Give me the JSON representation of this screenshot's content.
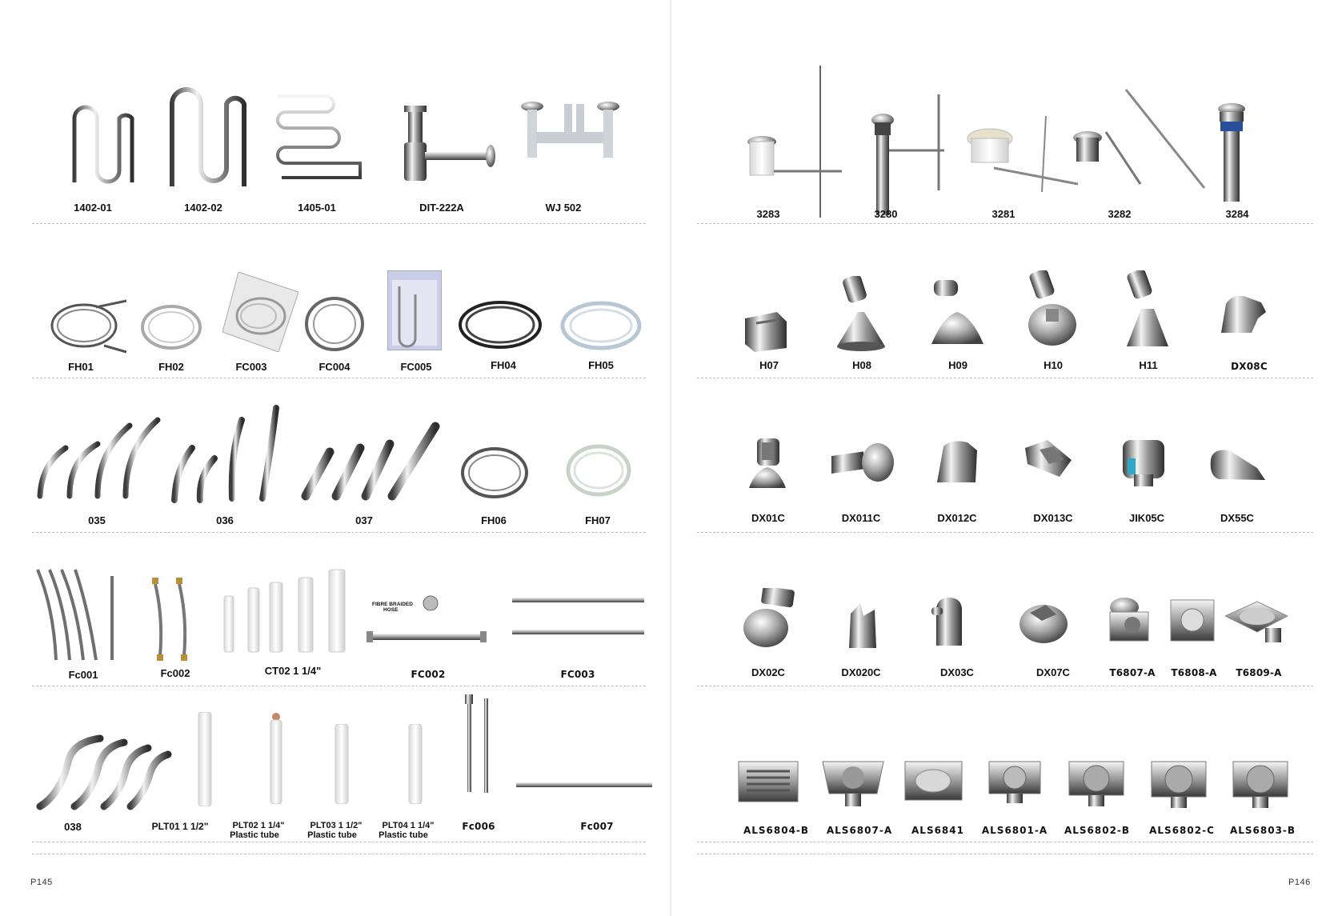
{
  "left_page": {
    "page_number": "P145",
    "rows": [
      [
        "1402-01",
        "1402-02",
        "1405-01",
        "DIT-222A",
        "WJ 502"
      ],
      [
        "FH01",
        "FH02",
        "FC003",
        "FC004",
        "FC005",
        "FH04",
        "FH05"
      ],
      [
        "035",
        "036",
        "037",
        "FH06",
        "FH07"
      ],
      [
        "Fc001",
        "Fc002",
        "CT02  1  1/4\"",
        "FC002",
        "FC003"
      ],
      [
        "038",
        "PLT01  1  1/2\"",
        "PLT02  1  1/4\"",
        "Plastic tube",
        "PLT03  1  1/2\"",
        "Plastic tube",
        "PLT04  1  1/4\"",
        "Plastic tube",
        "Fc006",
        "Fc007"
      ]
    ],
    "fc002_box_title": "FIBRE BRAIDED\nHOSE",
    "fc002_box_line1": "FIBRE BRAIDED",
    "fc002_box_line2": "HOSE"
  },
  "right_page": {
    "page_number": "P146",
    "rows": [
      [
        "3283",
        "3280",
        "3281",
        "3282",
        "3284"
      ],
      [
        "H07",
        "H08",
        "H09",
        "H10",
        "H11",
        "DX08C"
      ],
      [
        "DX01C",
        "DX011C",
        "DX012C",
        "DX013C",
        "JIK05C",
        "DX55C"
      ],
      [
        "DX02C",
        "DX020C",
        "DX03C",
        "DX07C",
        "T6807-A",
        "T6808-A",
        "T6809-A"
      ],
      [
        "ALS6804-B",
        "ALS6807-A",
        "ALS6841",
        "ALS6801-A",
        "ALS6802-B",
        "ALS6802-C",
        "ALS6803-B"
      ]
    ]
  },
  "colors": {
    "chrome_dark": "#4a4a4a",
    "chrome_light": "#e8e8e8",
    "divider": "#bdbdbd",
    "white_plastic": "#f4f4f4",
    "blue_ring": "#2a4f9a"
  }
}
